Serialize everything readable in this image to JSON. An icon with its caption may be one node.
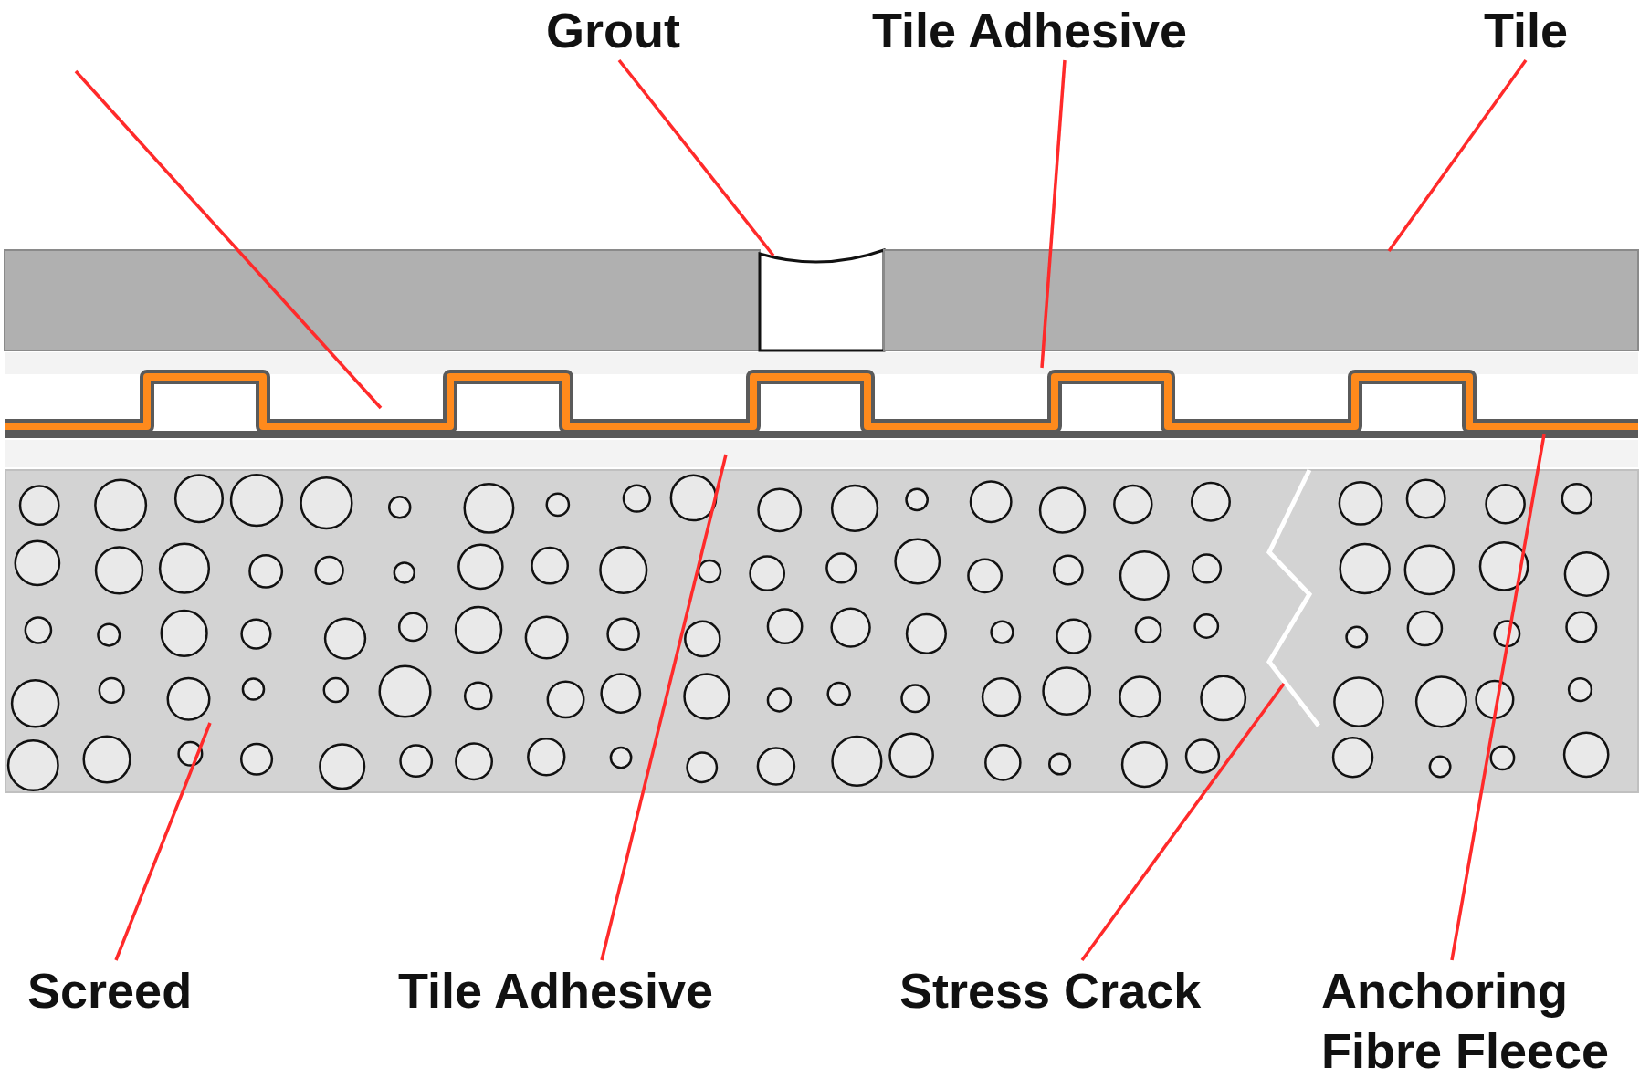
{
  "diagram": {
    "nodes": [
      {
        "text": [
          "Grout"
        ]
      },
      {
        "text": [
          "Tile Adhesive"
        ]
      },
      {
        "text": [
          "Tile"
        ]
      },
      {
        "text": [
          "Screed"
        ]
      },
      {
        "text": [
          "Tile Adhesive"
        ]
      },
      {
        "text": [
          "Stress Crack"
        ]
      },
      {
        "text": [
          "Anchoring Fibre Fleece"
        ]
      },
      {
        "text": [],
        "shape": "box"
      },
      {
        "text": [],
        "shape": "box"
      },
      {
        "text": [],
        "shape": "box"
      },
      {
        "text": [],
        "shape": "band"
      },
      {
        "text": [],
        "shape": "strip"
      },
      {
        "text": [],
        "shape": "bar"
      },
      {
        "text": [],
        "shape": "band"
      },
      {
        "text": [],
        "shape": "box"
      },
      {
        "text": [],
        "shape": "line",
        "in": 14
      }
    ],
    "edges": [
      {
        "from": null,
        "to": 11,
        "arrow": "none"
      },
      {
        "from": 0,
        "to": 8,
        "arrow": "none"
      },
      {
        "from": 1,
        "to": 10,
        "arrow": "none"
      },
      {
        "from": 2,
        "to": 9,
        "arrow": "none"
      },
      {
        "from": 3,
        "to": 14,
        "arrow": "none"
      },
      {
        "from": 4,
        "to": 13,
        "arrow": "none"
      },
      {
        "from": 5,
        "to": 15,
        "arrow": "none"
      },
      {
        "from": 6,
        "to": 12,
        "arrow": "none"
      }
    ]
  }
}
